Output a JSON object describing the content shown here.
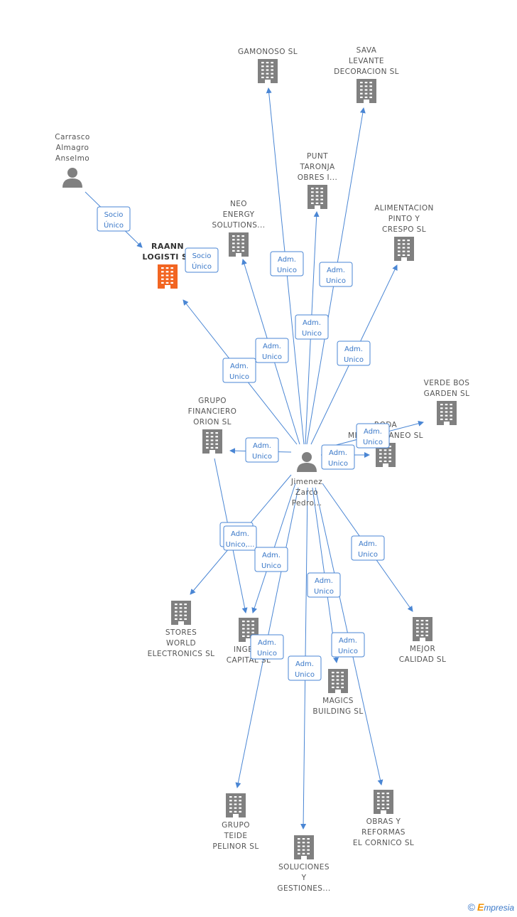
{
  "colors": {
    "edge": "#4a86d4",
    "company": "#808080",
    "focus_company": "#f26522",
    "person": "#808080"
  },
  "nodes": [
    {
      "id": "gamonoso",
      "type": "company",
      "lines": [
        "GAMONOSO SL"
      ],
      "icon": "building-icon"
    },
    {
      "id": "sava",
      "type": "company",
      "lines": [
        "SAVA",
        "LEVANTE",
        "DECORACION SL"
      ],
      "icon": "building-icon"
    },
    {
      "id": "carrasco",
      "type": "person",
      "lines": [
        "Carrasco",
        "Almagro",
        "Anselmo"
      ],
      "icon": "person-icon"
    },
    {
      "id": "punt",
      "type": "company",
      "lines": [
        "PUNT",
        "TARONJA",
        "OBRES I..."
      ],
      "icon": "building-icon"
    },
    {
      "id": "neo",
      "type": "company",
      "lines": [
        "NEO",
        "ENERGY",
        "SOLUTIONS..."
      ],
      "icon": "building-icon"
    },
    {
      "id": "alimentacion",
      "type": "company",
      "lines": [
        "ALIMENTACION",
        "PINTO Y",
        "CRESPO SL"
      ],
      "icon": "building-icon"
    },
    {
      "id": "raann",
      "type": "focus",
      "lines": [
        "RAANN",
        "LOGISTI SL"
      ],
      "icon": "building-icon"
    },
    {
      "id": "verde",
      "type": "company",
      "lines": [
        "VERDE BOS",
        "GARDEN SL"
      ],
      "icon": "building-icon"
    },
    {
      "id": "grupo_fin",
      "type": "company",
      "lines": [
        "GRUPO",
        "FINANCIERO",
        "ORION SL"
      ],
      "icon": "building-icon"
    },
    {
      "id": "roda",
      "type": "company",
      "lines": [
        "RODA",
        "MEDITERRANEO SL"
      ],
      "icon": "building-icon"
    },
    {
      "id": "jimenez",
      "type": "person",
      "lines": [
        "Jimenez",
        "Zarco",
        "Pedro..."
      ],
      "icon": "person-icon"
    },
    {
      "id": "stores",
      "type": "company",
      "lines": [
        "STORES",
        "WORLD",
        "ELECTRONICS SL"
      ],
      "icon": "building-icon"
    },
    {
      "id": "ingesa",
      "type": "company",
      "lines": [
        "INGESA",
        "CAPITAL SL"
      ],
      "icon": "building-icon"
    },
    {
      "id": "mejor",
      "type": "company",
      "lines": [
        "MEJOR",
        "CALIDAD SL"
      ],
      "icon": "building-icon"
    },
    {
      "id": "magics",
      "type": "company",
      "lines": [
        "MAGICS",
        "BUILDING SL"
      ],
      "icon": "building-icon"
    },
    {
      "id": "grupo_teide",
      "type": "company",
      "lines": [
        "GRUPO",
        "TEIDE",
        "PELINOR SL"
      ],
      "icon": "building-icon"
    },
    {
      "id": "obras",
      "type": "company",
      "lines": [
        "OBRAS Y",
        "REFORMAS",
        "EL CORNICO SL"
      ],
      "icon": "building-icon"
    },
    {
      "id": "soluciones",
      "type": "company",
      "lines": [
        "SOLUCIONES",
        "Y",
        "GESTIONES..."
      ],
      "icon": "building-icon"
    }
  ],
  "relations": [
    {
      "from": "carrasco",
      "to": "raann",
      "lines": [
        "Socio",
        "Único"
      ]
    },
    {
      "from": "neo",
      "to": "raann",
      "lines": [
        "Socio",
        "Único"
      ]
    },
    {
      "from": "jimenez",
      "to": "gamonoso",
      "lines": [
        "Adm.",
        "Unico"
      ]
    },
    {
      "from": "jimenez",
      "to": "sava",
      "lines": [
        "Adm.",
        "Unico"
      ]
    },
    {
      "from": "jimenez",
      "to": "punt",
      "lines": [
        "Adm.",
        "Unico"
      ]
    },
    {
      "from": "jimenez",
      "to": "neo",
      "lines": [
        "Adm.",
        "Unico"
      ]
    },
    {
      "from": "jimenez",
      "to": "raann",
      "lines": [
        "Adm.",
        "Unico"
      ]
    },
    {
      "from": "jimenez",
      "to": "alimentacion",
      "lines": [
        "Adm.",
        "Unico"
      ]
    },
    {
      "from": "jimenez",
      "to": "grupo_fin",
      "lines": [
        "Adm.",
        "Unico"
      ]
    },
    {
      "from": "jimenez",
      "to": "verde",
      "lines": [
        "Adm.",
        "Unico"
      ]
    },
    {
      "from": "jimenez",
      "to": "roda",
      "lines": [
        "Adm.",
        "Unico"
      ]
    },
    {
      "from": "jimenez",
      "to": "stores",
      "lines": [
        "Adm.",
        "Unico"
      ]
    },
    {
      "from": "grupo_fin",
      "to": "ingesa",
      "lines": [
        "Adm.",
        "Unico,..."
      ]
    },
    {
      "from": "jimenez",
      "to": "ingesa",
      "lines": [
        "Adm.",
        "Unico"
      ]
    },
    {
      "from": "jimenez",
      "to": "mejor",
      "lines": [
        "Adm.",
        "Unico"
      ]
    },
    {
      "from": "jimenez",
      "to": "magics",
      "lines": [
        "Adm.",
        "Unico"
      ]
    },
    {
      "from": "jimenez",
      "to": "obras",
      "lines": [
        "Adm.",
        "Unico"
      ]
    },
    {
      "from": "jimenez",
      "to": "grupo_teide",
      "lines": [
        "Adm.",
        "Unico"
      ]
    },
    {
      "from": "jimenez",
      "to": "soluciones",
      "lines": [
        "Adm.",
        "Unico"
      ]
    }
  ],
  "watermark": {
    "copyright": "©",
    "brand_initial": "E",
    "brand_rest": "mpresia"
  }
}
